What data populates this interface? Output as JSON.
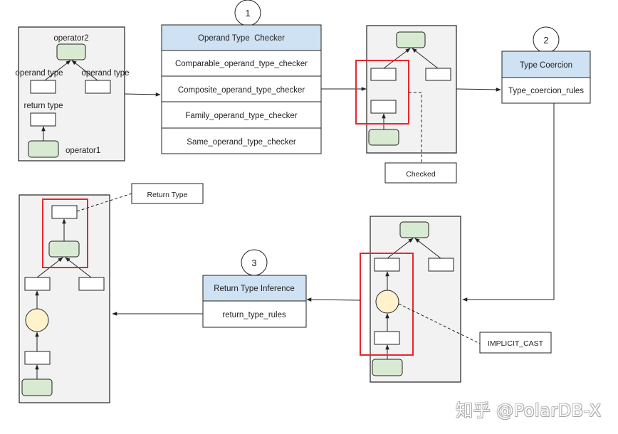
{
  "colors": {
    "panel_fill": "#f2f2f2",
    "operator_fill": "#d9ead3",
    "cast_fill": "#fff2cc",
    "header_fill": "#cfe2f3",
    "highlight": "#e8262d",
    "stroke": "#222222"
  },
  "input_panel": {
    "operator2_label": "operator2",
    "operand_type_left_label": "operand type",
    "operand_type_right_label": "operand type",
    "return_type_label": "return type",
    "operator1_label": "operator1"
  },
  "steps": [
    {
      "number": "1",
      "title": "Operand Type  Checker",
      "rows": [
        "Comparable_operand_type_checker",
        "Composite_operand_type_checker",
        "Family_operand_type_checker",
        "Same_operand_type_checker"
      ]
    },
    {
      "number": "2",
      "title": "Type Coercion",
      "rows": [
        "Type_coercion_rules"
      ]
    },
    {
      "number": "3",
      "title": "Return Type Inference",
      "rows": [
        "return_type_rules"
      ]
    }
  ],
  "callouts": {
    "checked": "Checked",
    "implicit_cast": "IMPLICIT_CAST",
    "return_type": "Return Type"
  },
  "watermark": "知乎 @PolarDB-X"
}
